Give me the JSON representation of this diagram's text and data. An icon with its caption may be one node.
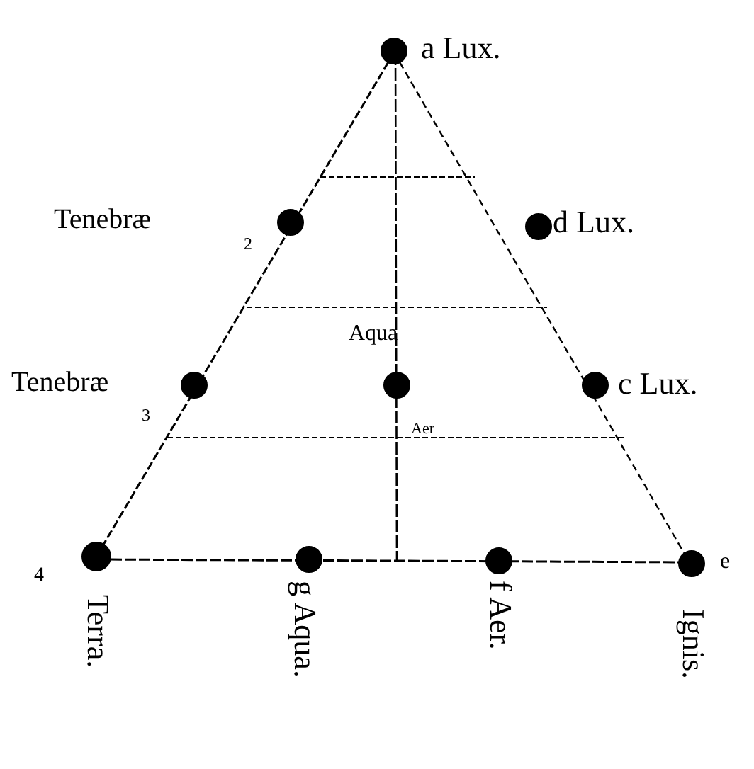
{
  "diagram": {
    "labels": [
      "a Lux.",
      "Tenebræ",
      "d Lux.",
      "2",
      "Aqua",
      "Tenebræ",
      "c Lux.",
      "3",
      "Aer",
      "4",
      "e",
      "Terra.",
      "g Aqua.",
      "f Aer.",
      "Ignis."
    ]
  }
}
